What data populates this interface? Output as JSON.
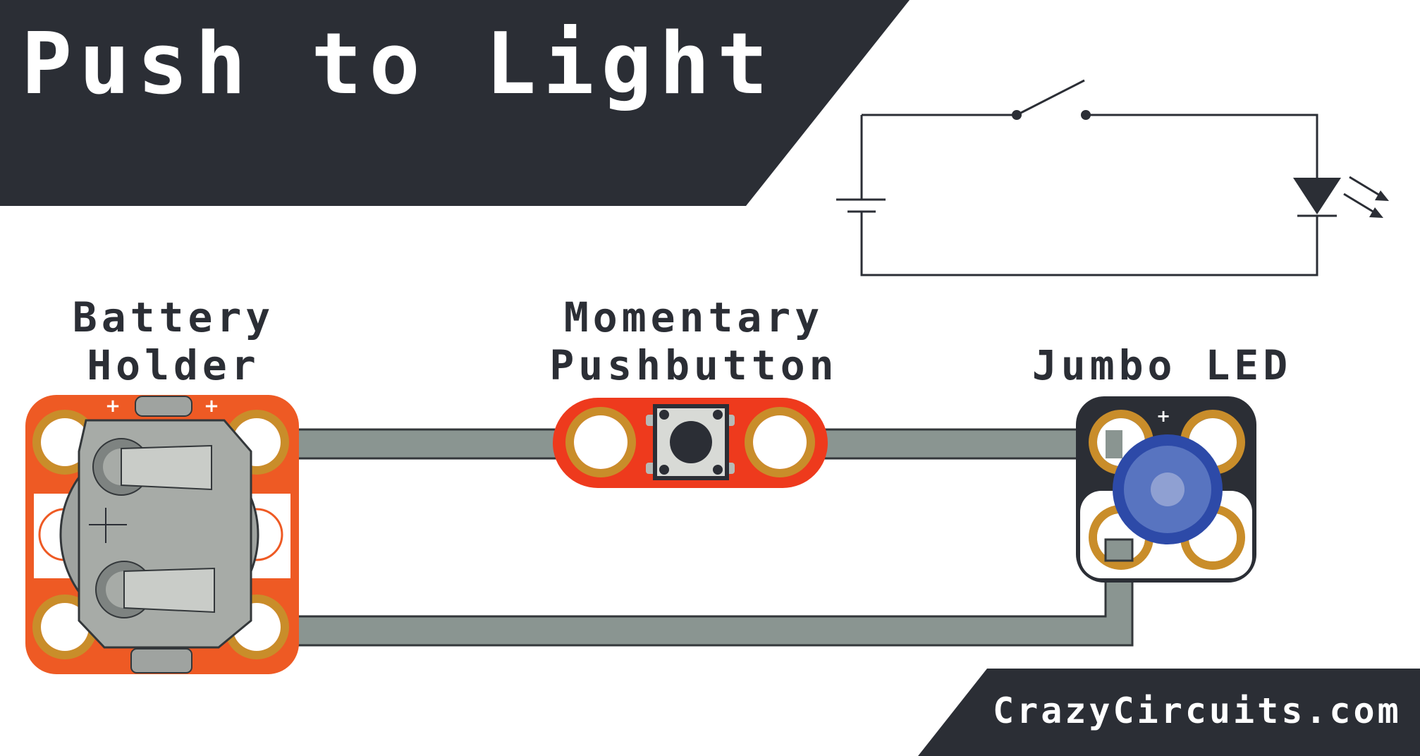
{
  "title": "Push to Light",
  "labels": {
    "battery_line1": "Battery",
    "battery_line2": "Holder",
    "button_line1": "Momentary",
    "button_line2": "Pushbutton",
    "led": "Jumbo LED"
  },
  "battery_plus_marks": [
    "+",
    "+"
  ],
  "led_plus_mark": "+",
  "footer": "CrazyCircuits.com",
  "colors": {
    "banner": "#2b2e35",
    "trace": "#8a9591",
    "trace_outline": "#33373a",
    "board_orange": "#ee5a24",
    "board_red": "#ee3a1d",
    "led_board": "#2b2e35",
    "pad_gold": "#c98d2a",
    "led_blue": "#2d4aa8",
    "coin_cell": "#9fa3a0"
  },
  "icons": [
    "battery-holder-icon",
    "pushbutton-icon",
    "jumbo-led-icon",
    "schematic-switch-icon",
    "schematic-battery-icon",
    "schematic-led-icon"
  ]
}
